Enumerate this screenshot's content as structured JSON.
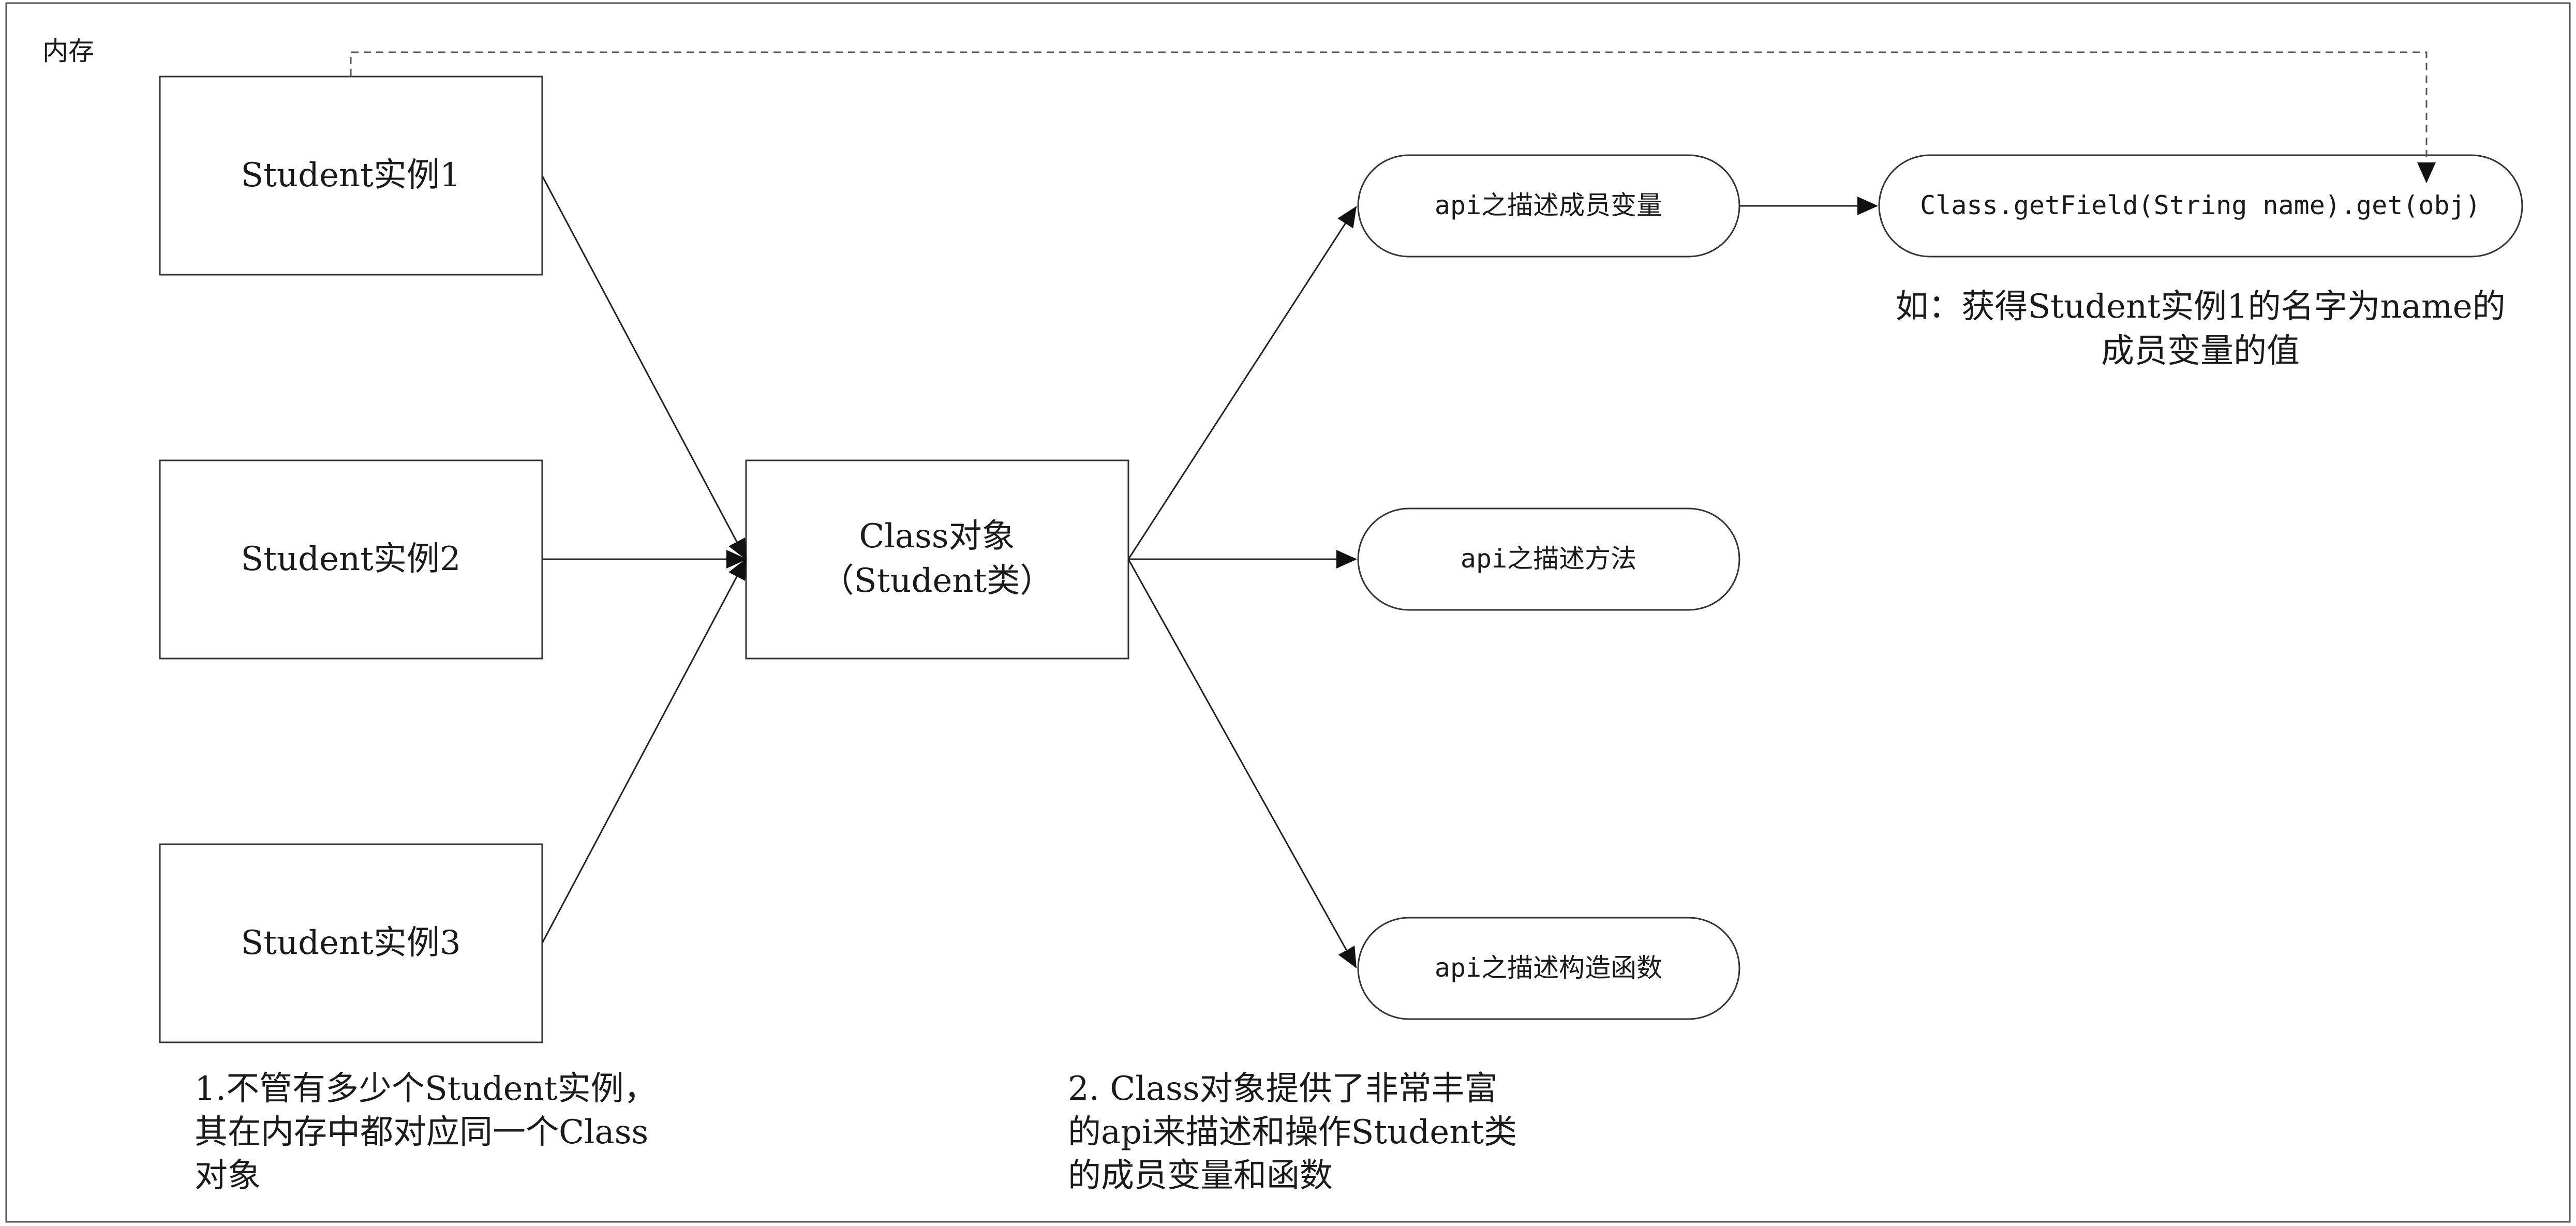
{
  "memory_label": "内存",
  "instances": [
    {
      "label": "Student实例1"
    },
    {
      "label": "Student实例2"
    },
    {
      "label": "Student实例3"
    }
  ],
  "class_object": {
    "line1": "Class对象",
    "line2": "（Student类）"
  },
  "apis": [
    {
      "label": "api之描述成员变量"
    },
    {
      "label": "api之描述方法"
    },
    {
      "label": "api之描述构造函数"
    }
  ],
  "field_call": {
    "label": "Class.getField(String name).get(obj)"
  },
  "field_note": {
    "line1": "如：获得Student实例1的名字为name的",
    "line2": "成员变量的值"
  },
  "note1": {
    "line1": "1.不管有多少个Student实例，",
    "line2": "其在内存中都对应同一个Class",
    "line3": "对象"
  },
  "note2": {
    "line1": "2. Class对象提供了非常丰富",
    "line2": "的api来描述和操作Student类",
    "line3": "的成员变量和函数"
  }
}
